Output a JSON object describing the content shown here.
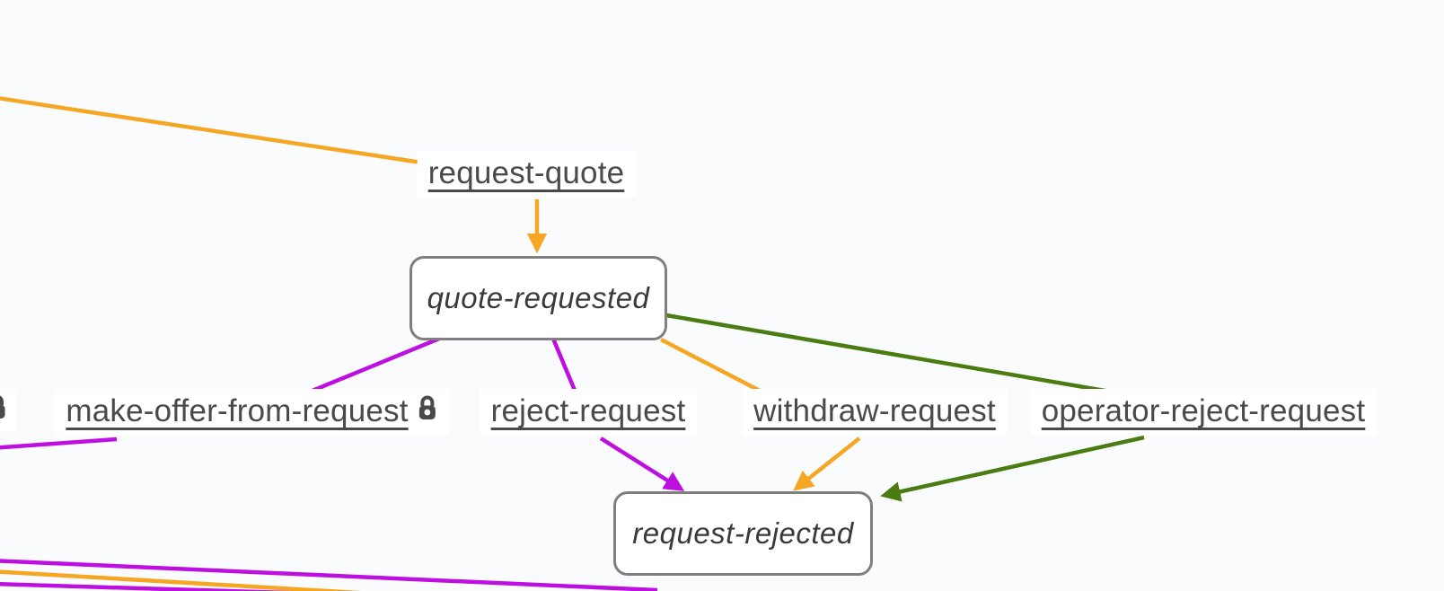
{
  "colors": {
    "background": "#fafbfd",
    "orange": "#f5a623",
    "magenta": "#bd10e0",
    "green": "#4a7c12",
    "node-border": "#7f7f7f",
    "node-text": "#3a3a3a",
    "label-text": "#4a4a4a",
    "label-bg": "#ffffff"
  },
  "nodes": {
    "quote_requested": {
      "label": "quote-requested"
    },
    "request_rejected": {
      "label": "request-rejected"
    }
  },
  "events": {
    "request_quote": {
      "label": "request-quote",
      "color": "#f5a623",
      "locked": false
    },
    "make_offer_from_request": {
      "label": "make-offer-from-request",
      "color": "#bd10e0",
      "locked": true
    },
    "reject_request": {
      "label": "reject-request",
      "color": "#bd10e0",
      "locked": false
    },
    "withdraw_request": {
      "label": "withdraw-request",
      "color": "#f5a623",
      "locked": false
    },
    "operator_reject_request": {
      "label": "operator-reject-request",
      "color": "#4a7c12",
      "locked": false
    }
  },
  "icons": {
    "lock": "padlock-closed"
  },
  "offscreen": {
    "left_edge_partial_lock_visible": true,
    "top_left_edge_color": "#f5a623",
    "bottom_left_edge_colors": [
      "#bd10e0",
      "#f5a623",
      "#bd10e0"
    ]
  }
}
